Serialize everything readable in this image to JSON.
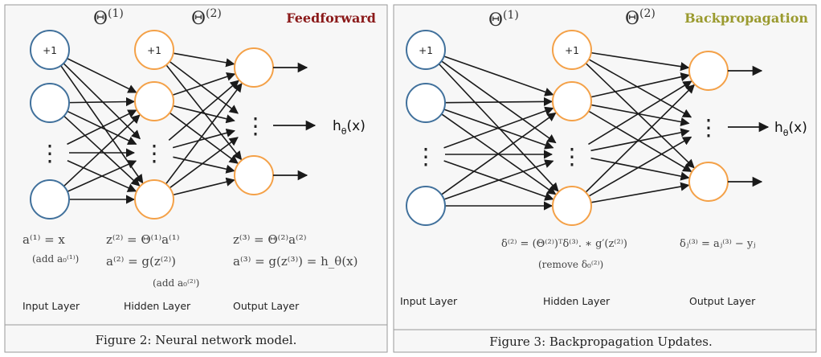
{
  "colors": {
    "input_node": "#41719c",
    "hidden_node": "#f4a148",
    "feedforward_title": "#8b1a1a",
    "backprop_title": "#9a9a2e",
    "edge": "#1a1a1a",
    "panel_bg": "#f7f7f7"
  },
  "panels": [
    {
      "title": "Feedforward",
      "theta1": "Θ",
      "theta1_sup": "(1)",
      "theta2": "Θ",
      "theta2_sup": "(2)",
      "bias_input": "+1",
      "bias_hidden": "+1",
      "dots": "⋮",
      "output_h": "h",
      "output_sub": "θ",
      "output_x": "(x)",
      "input_eq1": "a⁽¹⁾ = x",
      "input_eq2": "(add a₀⁽¹⁾)",
      "hidden_eq1": "z⁽²⁾ = Θ⁽¹⁾a⁽¹⁾",
      "hidden_eq2": "a⁽²⁾ = g(z⁽²⁾)",
      "hidden_eq3": "(add a₀⁽²⁾)",
      "output_eq1": "z⁽³⁾ = Θ⁽²⁾a⁽²⁾",
      "output_eq2": "a⁽³⁾ = g(z⁽³⁾) = h_θ(x)",
      "input_label": "Input Layer",
      "hidden_label": "Hidden Layer",
      "output_label": "Output Layer",
      "caption": "Figure 2: Neural network model."
    },
    {
      "title": "Backpropagation",
      "theta1": "Θ",
      "theta1_sup": "(1)",
      "theta2": "Θ",
      "theta2_sup": "(2)",
      "bias_input": "+1",
      "bias_hidden": "+1",
      "dots": "⋮",
      "output_h": "h",
      "output_sub": "θ",
      "output_x": "(x)",
      "hidden_eq1": "δ⁽²⁾ = (Θ⁽²⁾)ᵀδ⁽³⁾. ∗ g′(z⁽²⁾)",
      "hidden_eq2": "(remove δ₀⁽²⁾)",
      "output_eq1": "δⱼ⁽³⁾ = aⱼ⁽³⁾ − yⱼ",
      "input_label": "Input Layer",
      "hidden_label": "Hidden Layer",
      "output_label": "Output Layer",
      "caption": "Figure 3: Backpropagation Updates."
    }
  ]
}
